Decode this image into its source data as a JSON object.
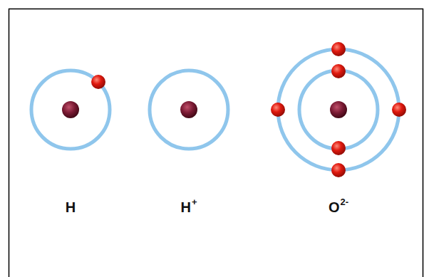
{
  "diagram": {
    "labels": [
      "H",
      "H",
      "+",
      "O",
      "2-"
    ]
  }
}
